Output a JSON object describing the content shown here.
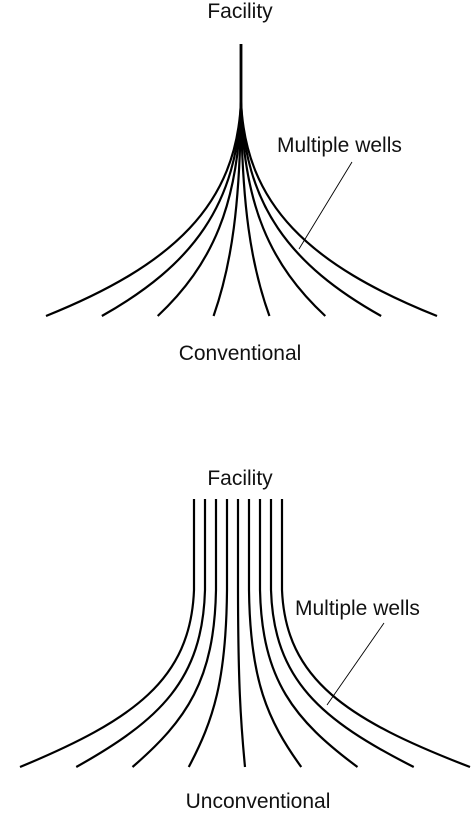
{
  "panels": [
    {
      "key": "conventional",
      "facility_label": "Facility",
      "callout_label": "Multiple wells",
      "caption": "Conventional",
      "well_count": 8
    },
    {
      "key": "unconventional",
      "facility_label": "Facility",
      "callout_label": "Multiple wells",
      "caption": "Unconventional",
      "well_count": 9
    }
  ],
  "colors": {
    "line": "#000000",
    "text": "#111111",
    "background": "#ffffff"
  }
}
